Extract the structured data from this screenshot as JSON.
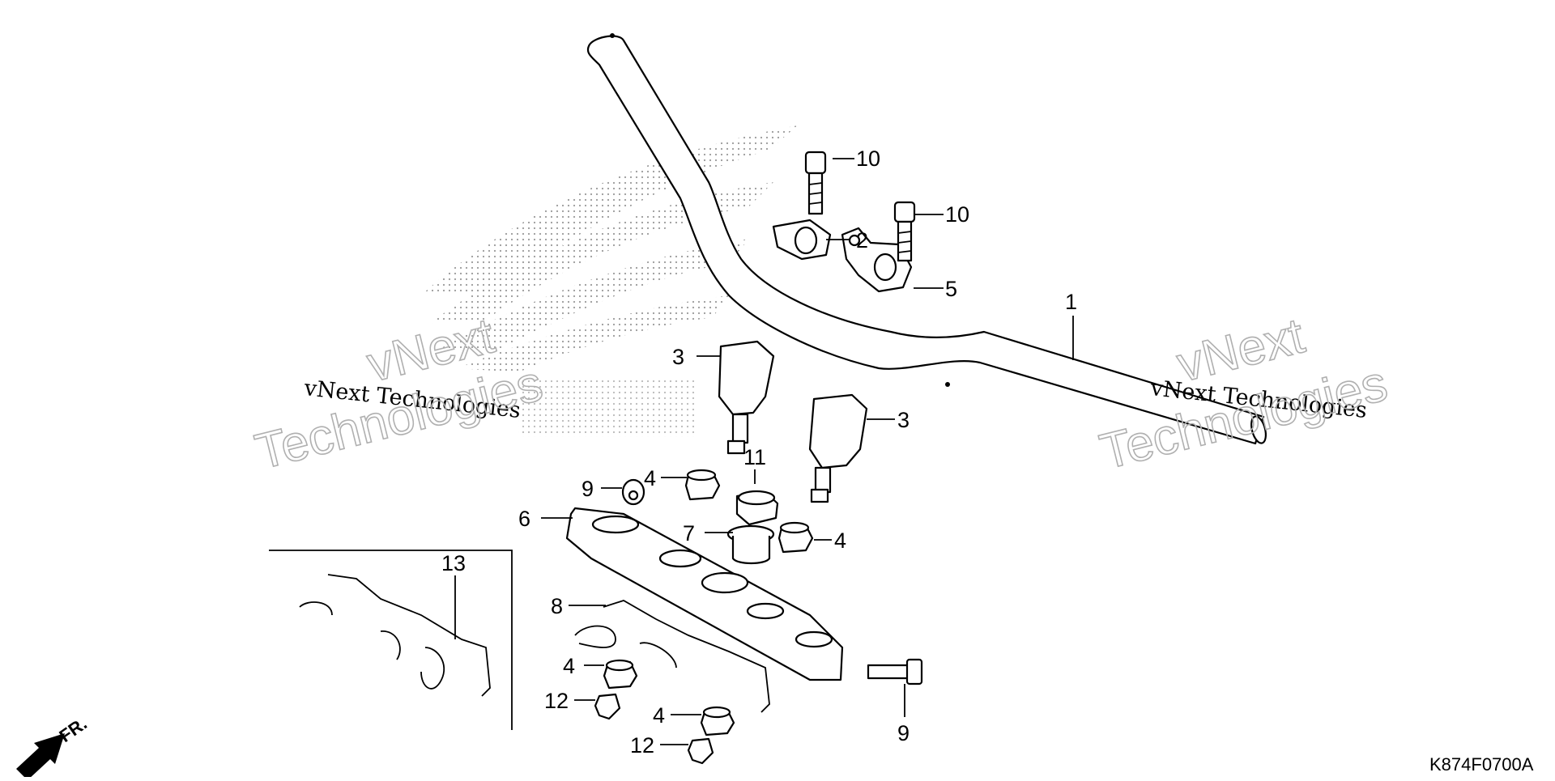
{
  "diagram": {
    "code": "K874F0700A",
    "direction_label": "FR.",
    "watermark": {
      "line_serif": "vNext Technologies",
      "line_1": "vNext",
      "line_2": "Technologies"
    },
    "callouts": {
      "n1": "1",
      "n2": "2",
      "n3": "3",
      "n4": "4",
      "n5": "5",
      "n6": "6",
      "n7": "7",
      "n8": "8",
      "n9": "9",
      "n10": "10",
      "n11": "11",
      "n12": "12",
      "n13": "13"
    }
  }
}
